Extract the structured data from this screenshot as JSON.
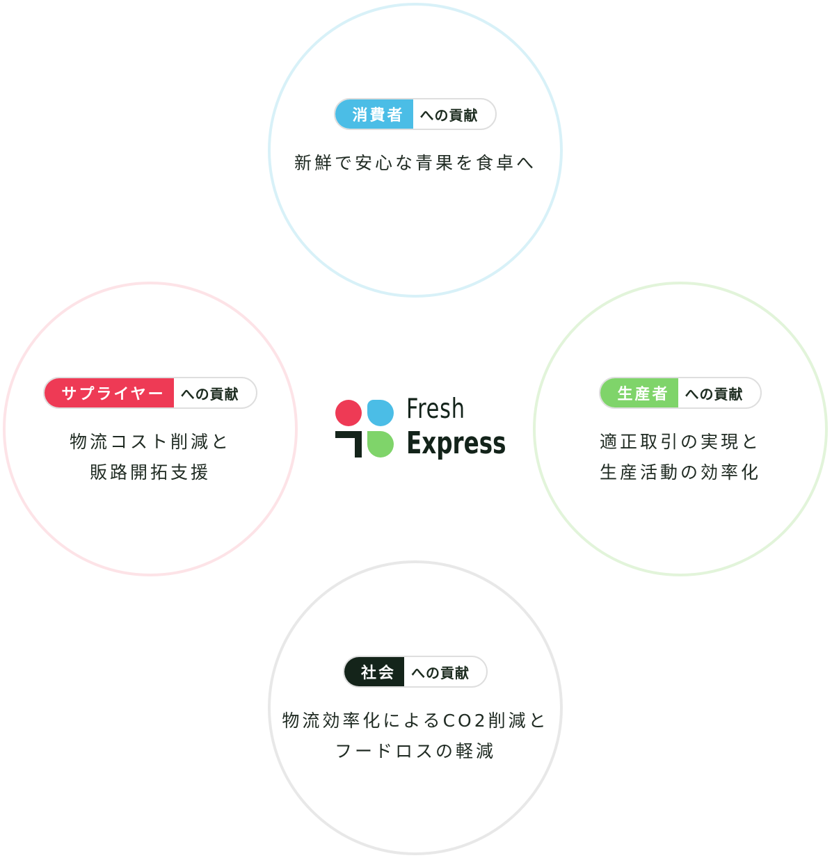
{
  "nodes": {
    "consumer": {
      "tag": "消費者",
      "suffix": "への貢献",
      "description": "新鮮で安心な青果を食卓へ",
      "accent_color": "#4bbde6",
      "ring_color": "#d8f1f8"
    },
    "supplier": {
      "tag": "サプライヤー",
      "suffix": "への貢献",
      "description": "物流コスト削減と\n販路開拓支援",
      "accent_color": "#ee3a55",
      "ring_color": "#fde3e7"
    },
    "producer": {
      "tag": "生産者",
      "suffix": "への貢献",
      "description": "適正取引の実現と\n生産活動の効率化",
      "accent_color": "#7fd46a",
      "ring_color": "#e2f4da"
    },
    "society": {
      "tag": "社会",
      "suffix": "への貢献",
      "description": "物流効率化によるCO2削減と\nフードロスの軽減",
      "accent_color": "#14241a",
      "ring_color": "#e8e8e8"
    }
  },
  "logo": {
    "line1": "Fresh",
    "line2": "Express",
    "colors": {
      "red": "#ee3a55",
      "blue": "#4bbde6",
      "dark": "#14241a",
      "green": "#7fd46a"
    }
  }
}
